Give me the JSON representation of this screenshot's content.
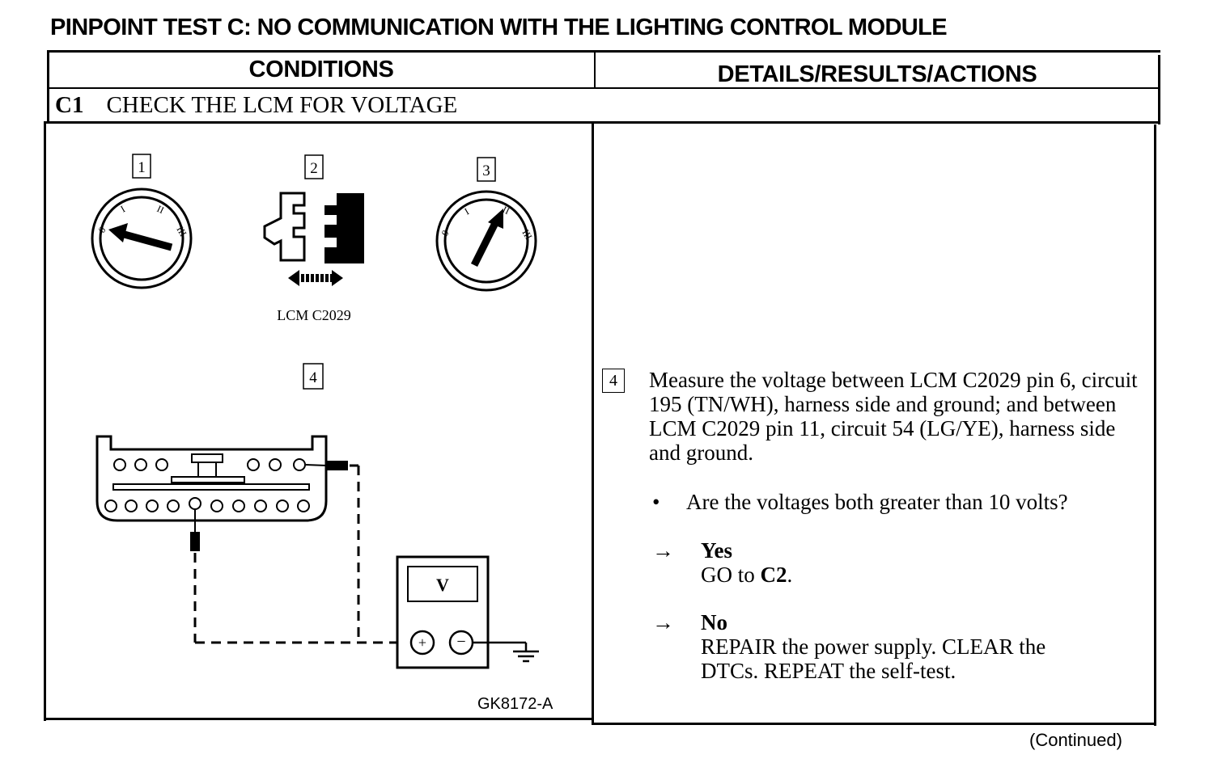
{
  "title": "PINPOINT TEST C:  NO COMMUNICATION WITH THE LIGHTING CONTROL MODULE",
  "headers": {
    "conditions": "CONDITIONS",
    "details": "DETAILS/RESULTS/ACTIONS"
  },
  "step": {
    "code": "C1",
    "title": "CHECK THE LCM FOR VOLTAGE"
  },
  "figure": {
    "labels": {
      "n1": "1",
      "n2": "2",
      "n3": "3",
      "n4": "4"
    },
    "connector_label": "LCM C2029",
    "meter_label": "V",
    "figure_id": "GK8172-A",
    "icons": [
      "ignition-switch-off-icon",
      "connector-disconnect-icon",
      "ignition-switch-run-icon",
      "voltmeter-icon",
      "ground-symbol-icon"
    ]
  },
  "details": {
    "step_number": "4",
    "measure_text": "Measure the voltage between LCM C2029 pin 6, circuit 195 (TN/WH), harness side and ground; and between LCM C2029 pin 11, circuit 54 (LG/YE), harness side and ground.",
    "bullet": "•",
    "question": "Are the voltages both greater than 10 volts?",
    "arrow": "→",
    "yes": {
      "label": "Yes",
      "action_prefix": "GO to ",
      "action_target": "C2",
      "action_suffix": "."
    },
    "no": {
      "label": "No",
      "action": "REPAIR the power supply. CLEAR the DTCs. REPEAT the self-test."
    }
  },
  "continued": "(Continued)"
}
